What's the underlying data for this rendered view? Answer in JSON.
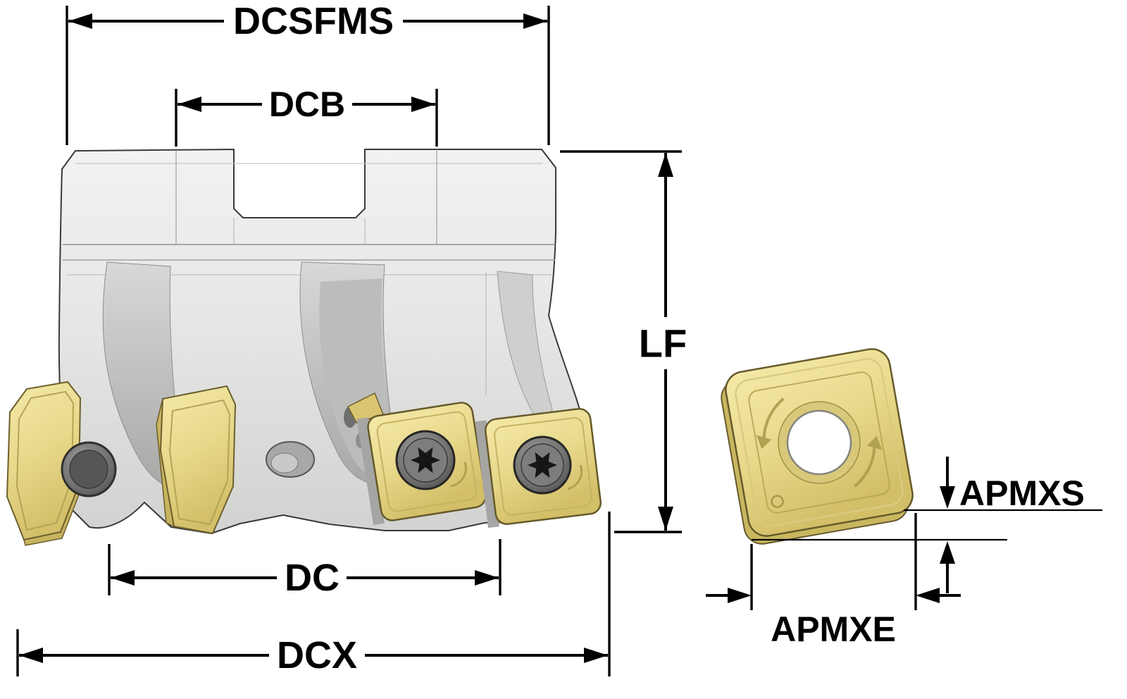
{
  "diagram": {
    "type": "technical-dimension-drawing",
    "subject": "Indexable face milling cutter with square carbide inserts and single insert detail view",
    "dimension_labels": {
      "dcsfms": "DCSFMS",
      "dcb": "DCB",
      "lf": "LF",
      "dc": "DC",
      "dcx": "DCX",
      "apmxs": "APMXS",
      "apmxe": "APMXE"
    },
    "colors": {
      "dimension_line": "#000000",
      "body_gray": "#e6e6e4",
      "flute_gray": "#b8b8b6",
      "insert_gold": "#e8d98c",
      "insert_gold_dark": "#c9b760",
      "screw_gray": "#6e6e6c",
      "background": "#ffffff"
    }
  }
}
